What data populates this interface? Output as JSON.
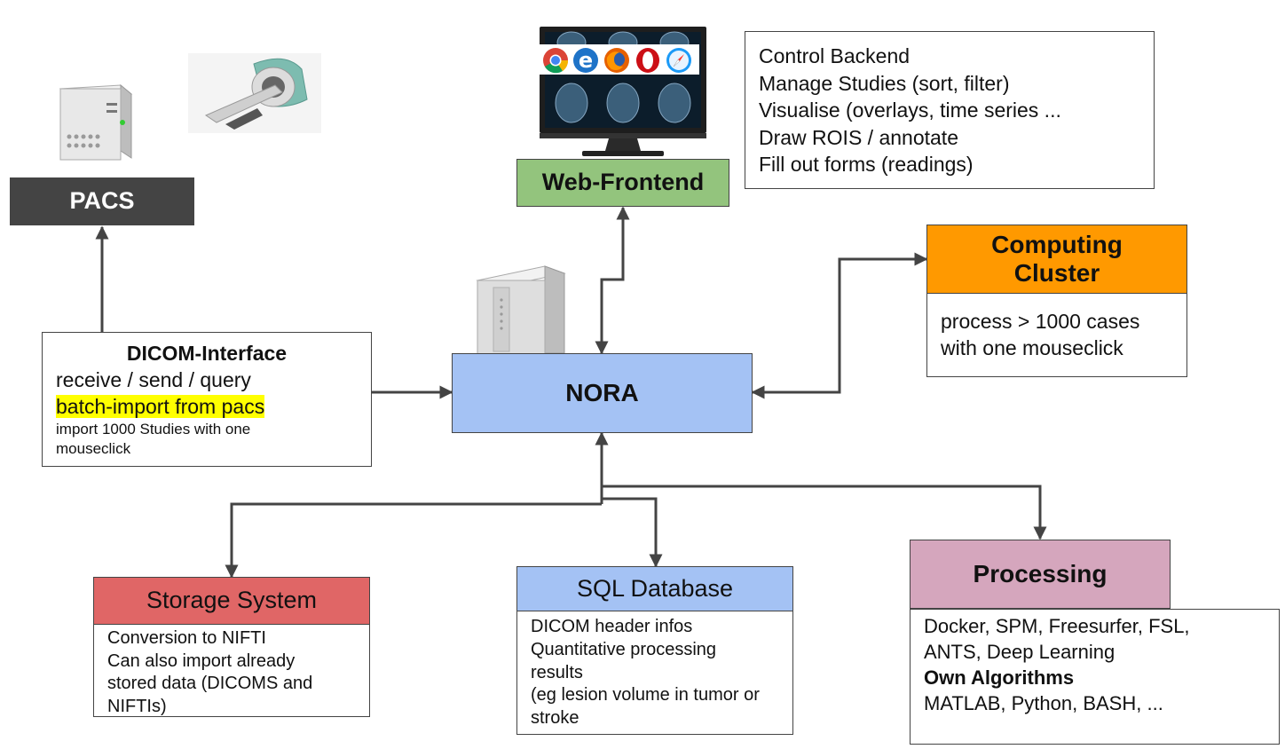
{
  "pacs": {
    "label": "PACS"
  },
  "web_frontend": {
    "label": "Web-Frontend"
  },
  "frontend_features": [
    "Control Backend",
    "Manage Studies (sort, filter)",
    "Visualise (overlays, time series ...",
    "Draw ROIS / annotate",
    "Fill out forms (readings)"
  ],
  "nora": {
    "label": "NORA"
  },
  "dicom_interface": {
    "title": "DICOM-Interface",
    "line1": "receive / send / query",
    "highlight": "batch-import from pacs",
    "note_line1": "import 1000 Studies with one",
    "note_line2": "mouseclick"
  },
  "computing_cluster": {
    "title_line1": "Computing",
    "title_line2": "Cluster",
    "line1": "process > 1000 cases",
    "line2": "with one mouseclick"
  },
  "storage_system": {
    "title": "Storage System",
    "lines": [
      "Conversion to NIFTI",
      "Can also import already",
      "stored data (DICOMS and",
      "NIFTIs)"
    ]
  },
  "sql_database": {
    "title": "SQL Database",
    "lines": [
      "DICOM header infos",
      "Quantitative processing",
      "results",
      "(eg lesion volume in tumor or",
      "stroke"
    ]
  },
  "processing": {
    "title": "Processing",
    "line1": "Docker, SPM, Freesurfer, FSL,",
    "line2": "ANTS, Deep Learning",
    "line3_bold": "Own Algorithms",
    "line4": "MATLAB, Python, BASH, ..."
  },
  "colors": {
    "pacs": "#444444",
    "web_frontend": "#93c47d",
    "nora": "#a4c2f4",
    "computing_cluster": "#ff9900",
    "storage_system": "#e06666",
    "sql_database": "#a4c2f4",
    "processing": "#d5a6bd",
    "highlight": "#ffff00",
    "connector": "#444444"
  },
  "icons": [
    "server-tower-icon",
    "ct-scanner-icon",
    "monitor-icon",
    "chrome-icon",
    "edge-icon",
    "firefox-icon",
    "opera-icon",
    "safari-icon",
    "nora-server-icon"
  ]
}
